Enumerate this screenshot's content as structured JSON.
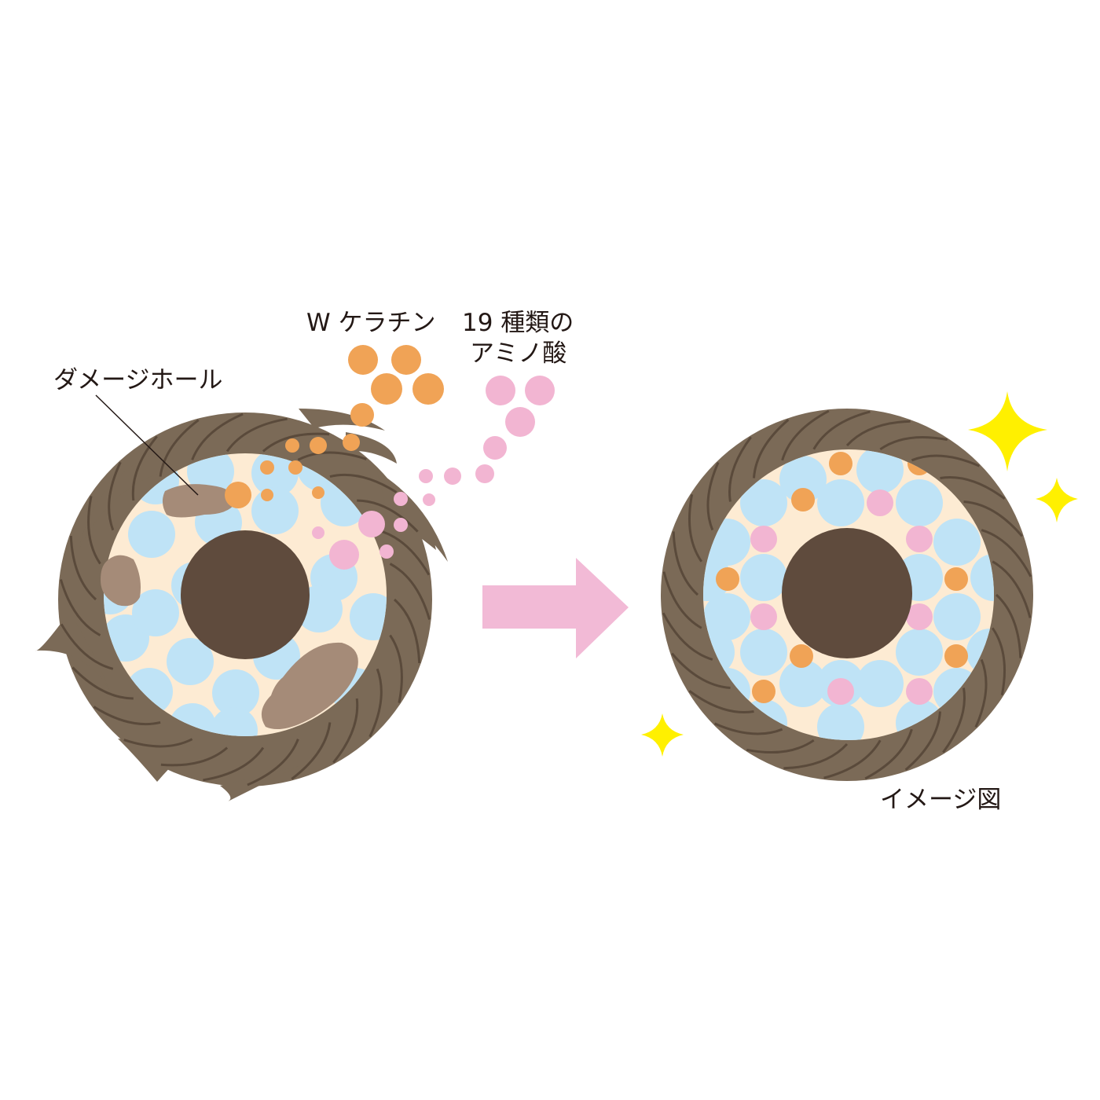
{
  "labels": {
    "damage_hole": "ダメージホール",
    "keratin": "W ケラチン",
    "amino_line1": "19 種類の",
    "amino_line2": "アミノ酸",
    "image_note": "イメージ図"
  },
  "colors": {
    "cuticle": "#7b6a57",
    "cuticle_line": "#5a4a3b",
    "cortex": "#fdebd3",
    "particle_blue": "#bfe3f6",
    "keratin_orange": "#f0a356",
    "amino_pink": "#f2b5d2",
    "medulla": "#5f4b3d",
    "damage": "#a58b78",
    "arrow": "#f2bad6",
    "sparkle": "#fff000"
  },
  "icons": {
    "arrow": "right-arrow-icon",
    "sparkle": "sparkle-icon"
  }
}
